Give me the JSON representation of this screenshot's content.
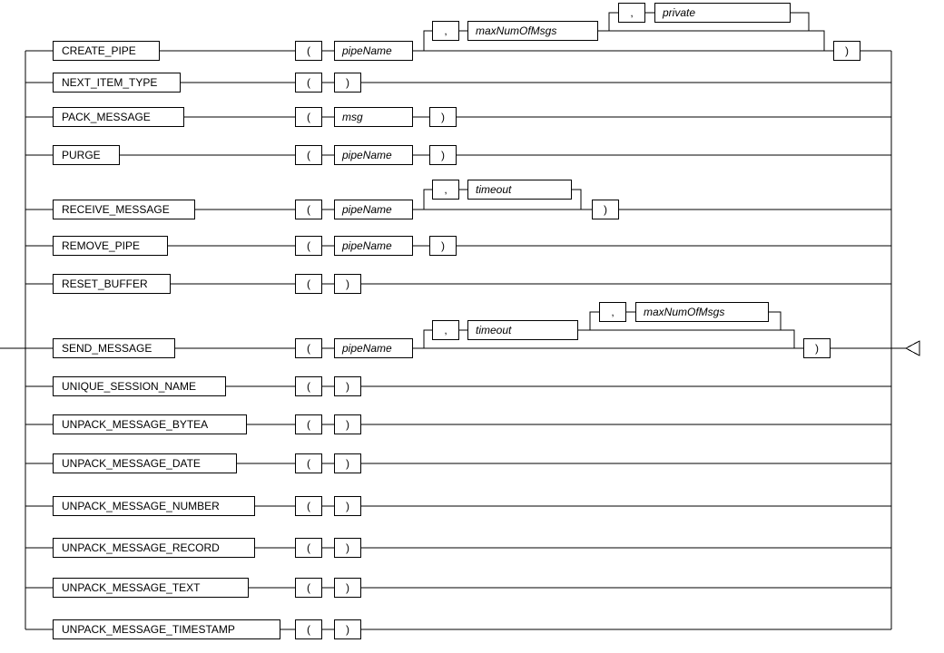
{
  "diagram": {
    "colors": {
      "line": "#000000",
      "background": "#ffffff",
      "box_fill": "#ffffff",
      "text": "#000000"
    },
    "end_marker": "left-pointing-triangle",
    "rows": [
      {
        "keyword": "CREATE_PIPE",
        "open_paren": "(",
        "param1": "pipeName",
        "close_paren": ")",
        "opt1_comma": ",",
        "opt1_param": "maxNumOfMsgs",
        "opt2_comma": ",",
        "opt2_param": "private"
      },
      {
        "keyword": "NEXT_ITEM_TYPE",
        "open_paren": "(",
        "close_paren": ")"
      },
      {
        "keyword": "PACK_MESSAGE",
        "open_paren": "(",
        "param1": "msg",
        "close_paren": ")"
      },
      {
        "keyword": "PURGE",
        "open_paren": "(",
        "param1": "pipeName",
        "close_paren": ")"
      },
      {
        "keyword": "RECEIVE_MESSAGE",
        "open_paren": "(",
        "param1": "pipeName",
        "close_paren": ")",
        "opt1_comma": ",",
        "opt1_param": "timeout"
      },
      {
        "keyword": "REMOVE_PIPE",
        "open_paren": "(",
        "param1": "pipeName",
        "close_paren": ")"
      },
      {
        "keyword": "RESET_BUFFER",
        "open_paren": "(",
        "close_paren": ")"
      },
      {
        "keyword": "SEND_MESSAGE",
        "open_paren": "(",
        "param1": "pipeName",
        "close_paren": ")",
        "opt1_comma": ",",
        "opt1_param": "timeout",
        "opt2_comma": ",",
        "opt2_param": "maxNumOfMsgs"
      },
      {
        "keyword": "UNIQUE_SESSION_NAME",
        "open_paren": "(",
        "close_paren": ")"
      },
      {
        "keyword": "UNPACK_MESSAGE_BYTEA",
        "open_paren": "(",
        "close_paren": ")"
      },
      {
        "keyword": "UNPACK_MESSAGE_DATE",
        "open_paren": "(",
        "close_paren": ")"
      },
      {
        "keyword": "UNPACK_MESSAGE_NUMBER",
        "open_paren": "(",
        "close_paren": ")"
      },
      {
        "keyword": "UNPACK_MESSAGE_RECORD",
        "open_paren": "(",
        "close_paren": ")"
      },
      {
        "keyword": "UNPACK_MESSAGE_TEXT",
        "open_paren": "(",
        "close_paren": ")"
      },
      {
        "keyword": "UNPACK_MESSAGE_TIMESTAMP",
        "open_paren": "(",
        "close_paren": ")"
      }
    ]
  }
}
